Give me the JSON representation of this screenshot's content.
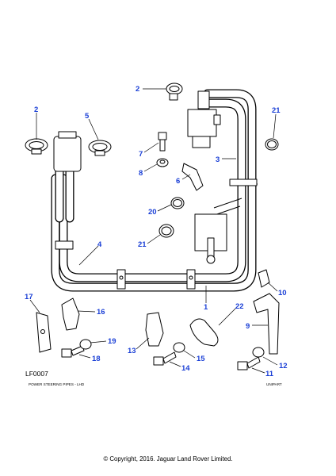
{
  "drawing_ref": "LF0007",
  "caption_left": "POWER STEERING PIPES - LHD",
  "caption_right": "UNIPART",
  "copyright": "© Copyright, 2016. Jaguar Land Rover Limited.",
  "callouts": {
    "c2a": "2",
    "c2b": "2",
    "c5": "5",
    "c21a": "21",
    "c7": "7",
    "c3": "3",
    "c8": "8",
    "c6": "6",
    "c20": "20",
    "c21b": "21",
    "c4": "4",
    "c17": "17",
    "c16": "16",
    "c1": "1",
    "c22": "22",
    "c10": "10",
    "c9": "9",
    "c19": "19",
    "c18": "18",
    "c13": "13",
    "c15": "15",
    "c14": "14",
    "c12": "12",
    "c11": "11"
  }
}
